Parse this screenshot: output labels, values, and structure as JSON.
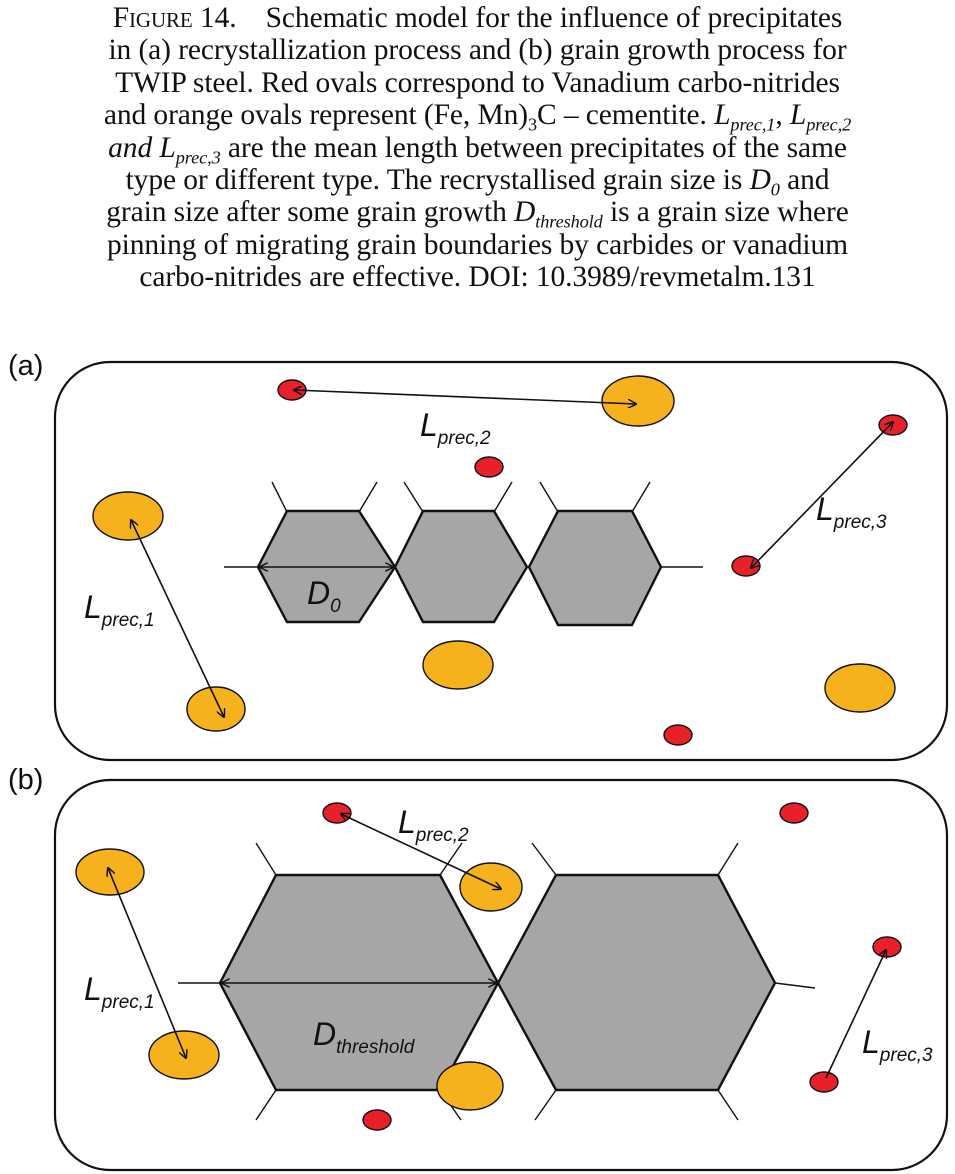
{
  "caption": {
    "figure_label": "Figure 14.",
    "line1_rest": "Schematic model for the influence of precipitates",
    "line2": "in (a) recrystallization process and (b) grain growth process for",
    "line3": "TWIP steel. Red ovals correspond to Vanadium carbo-nitrides",
    "line4_a": "and orange ovals represent (Fe, Mn)",
    "line4_sub3": "3",
    "line4_b": "C – cementite. ",
    "L": "L",
    "sub_prec1": "prec,1",
    "sub_prec2": "prec,2",
    "sub_prec3": "prec,3",
    "comma": ", ",
    "line5_and": "and L",
    "line5_rest": " are the mean length between precipitates of the same",
    "line6_a": "type or different type. The recrystallised grain size is ",
    "D": "D",
    "sub_0": "0",
    "line6_b": " and",
    "line7_a": "grain size after some grain growth ",
    "sub_threshold": "threshold",
    "line7_b": " is a grain size where",
    "line8": "pinning of migrating grain boundaries by carbides or vanadium",
    "line9": "carbo-nitrides are effective.  DOI: 10.3989/revmetalm.131"
  },
  "figure": {
    "colors": {
      "vanadium": "#e8202a",
      "cementite": "#f5b21c",
      "grain": "#a6a6a6",
      "outline": "#111111"
    },
    "panel_a": {
      "label": "(a)",
      "l1": {
        "main": "L",
        "sub": "prec,1"
      },
      "l2": {
        "main": "L",
        "sub": "prec,2"
      },
      "l3": {
        "main": "L",
        "sub": "prec,3"
      },
      "d": {
        "main": "D",
        "sub": "0"
      }
    },
    "panel_b": {
      "label": "(b)",
      "l1": {
        "main": "L",
        "sub": "prec,1"
      },
      "l2": {
        "main": "L",
        "sub": "prec,2"
      },
      "l3": {
        "main": "L",
        "sub": "prec,3"
      },
      "d": {
        "main": "D",
        "sub": "threshold"
      }
    }
  }
}
